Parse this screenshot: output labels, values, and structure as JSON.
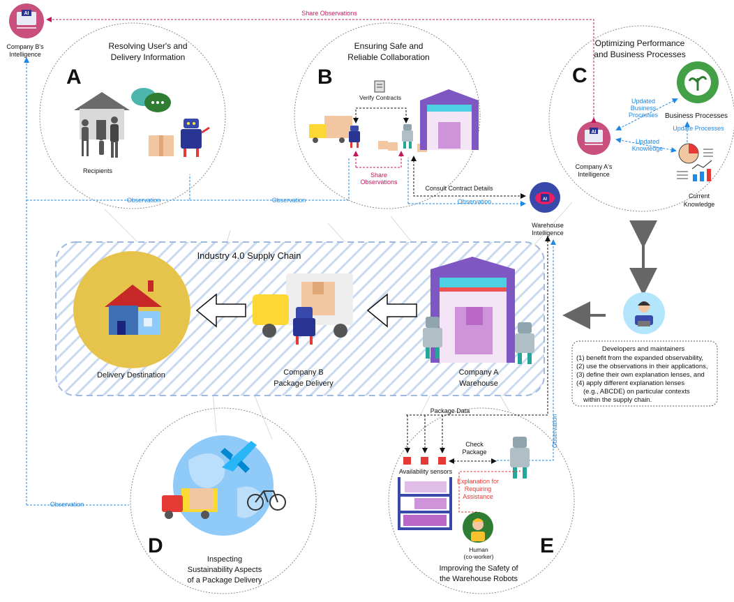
{
  "title": "Industry 4.0 Supply Chain",
  "circles": {
    "A": {
      "letter": "A",
      "title_line1": "Resolving User's and",
      "title_line2": "Delivery Information",
      "recipients": "Recipients"
    },
    "B": {
      "letter": "B",
      "title_line1": "Ensuring Safe and",
      "title_line2": "Reliable Collaboration",
      "verify": "Verify Contracts",
      "share_line1": "Share",
      "share_line2": "Observations"
    },
    "C": {
      "letter": "C",
      "title_line1": "Optimizing Performance",
      "title_line2": "and Business Processes",
      "updated_bp_1": "Updated",
      "updated_bp_2": "Business",
      "updated_bp_3": "Processes",
      "business_processes": "Business Processes",
      "update_processes": "Update Processes",
      "updated_knowledge_1": "Updated",
      "updated_knowledge_2": "Knowledge",
      "current_knowledge_1": "Current",
      "current_knowledge_2": "Knowledge",
      "company_a_1": "Company A's",
      "company_a_2": "Intelligence"
    },
    "D": {
      "letter": "D",
      "title_line1": "Inspecting",
      "title_line2": "Sustainability Aspects",
      "title_line3": "of a Package Delivery"
    },
    "E": {
      "letter": "E",
      "title_line1": "Improving the Safety of",
      "title_line2": "the Warehouse Robots",
      "package_data": "Package Data",
      "check_1": "Check",
      "check_2": "Package",
      "sensors": "Availability sensors",
      "expl_1": "Explanation for",
      "expl_2": "Requiring",
      "expl_3": "Assistance",
      "human_1": "Human",
      "human_2": "(co-worker)"
    }
  },
  "company_b_intel": {
    "line1": "Company B's",
    "line2": "Intelligence"
  },
  "warehouse_intel": {
    "line1": "Warehouse",
    "line2": "Intelligence"
  },
  "share_observations_top": "Share Observations",
  "consult": "Consult Contract Details",
  "observation": "Observation",
  "supply_chain": {
    "delivery": "Delivery Destination",
    "company_b_1": "Company B",
    "company_b_2": "Package Delivery",
    "company_a_1": "Company A",
    "company_a_2": "Warehouse"
  },
  "developers": {
    "heading": "Developers and maintainers",
    "lines": [
      "(1) benefit from the expanded observability,",
      "(2) use the observations in their applications,",
      "(3) define their own explanation lenses, and",
      "(4) apply different explanation lenses",
      "(e.g., ABCDE)  on particular contexts",
      "within the supply chain."
    ]
  },
  "ai_badge": "AI",
  "colors": {
    "blue_arrow": "#1e88e5",
    "magenta_arrow": "#c2185b",
    "red_text": "#e53935",
    "ai_pink": "#c94f7c",
    "chain_stripe": "#a9c4e6"
  }
}
